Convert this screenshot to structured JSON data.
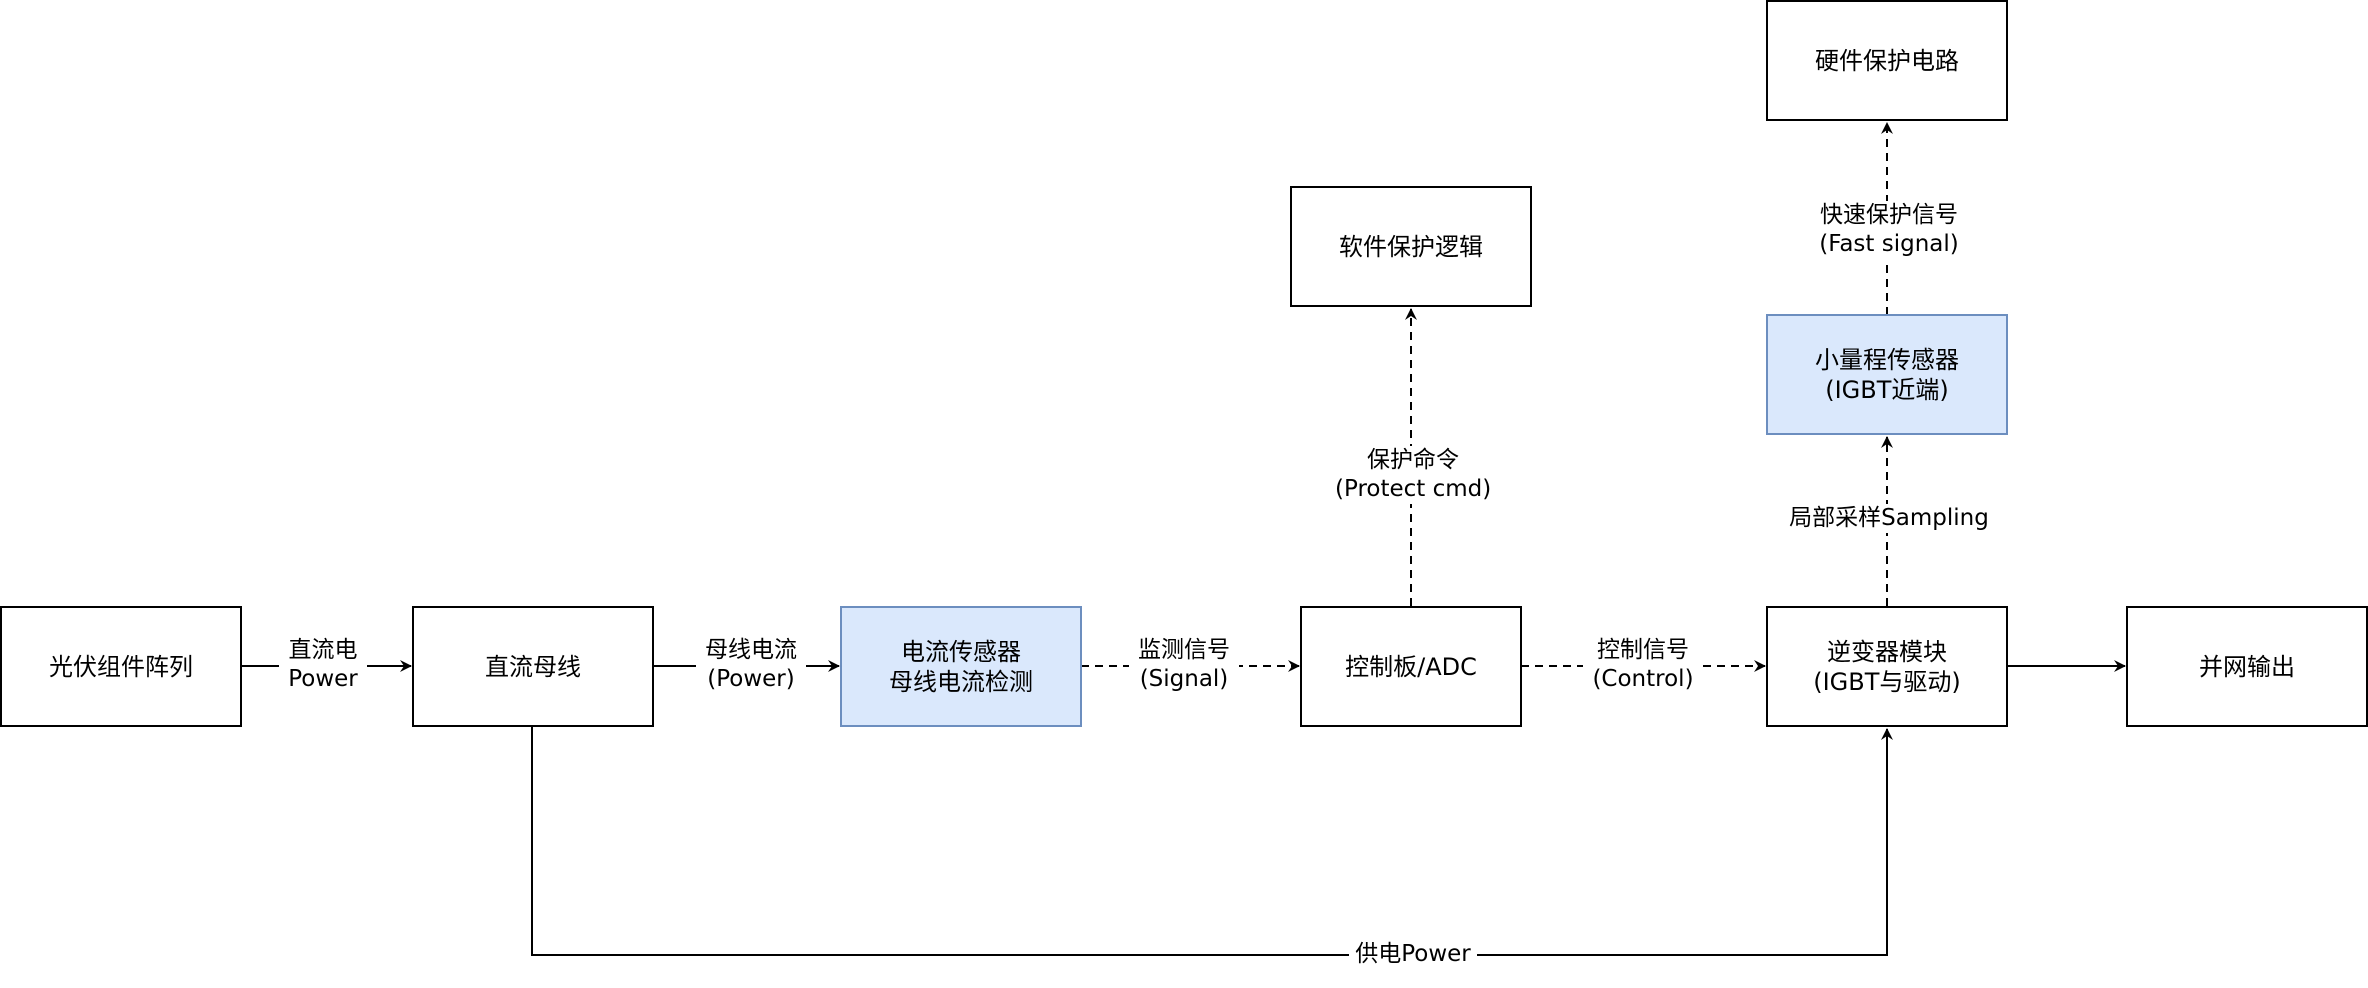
{
  "nodes": {
    "pv_array": {
      "line1": "光伏组件阵列"
    },
    "dc_bus": {
      "line1": "直流母线"
    },
    "current_sensor": {
      "line1": "电流传感器",
      "line2": "母线电流检测"
    },
    "control_board": {
      "line1": "控制板/ADC"
    },
    "inverter": {
      "line1": "逆变器模块",
      "line2": "(IGBT与驱动)"
    },
    "grid_output": {
      "line1": "并网输出"
    },
    "software_protection": {
      "line1": "软件保护逻辑"
    },
    "small_range_sensor": {
      "line1": "小量程传感器",
      "line2": "(IGBT近端)"
    },
    "hardware_protection": {
      "line1": "硬件保护电路"
    }
  },
  "edges": {
    "pv_to_bus": {
      "line1": "直流电",
      "line2": "Power"
    },
    "bus_to_sensor": {
      "line1": "母线电流",
      "line2": "(Power)"
    },
    "sensor_to_control": {
      "line1": "监测信号",
      "line2": "(Signal)"
    },
    "control_to_inverter": {
      "line1": "控制信号",
      "line2": "(Control)"
    },
    "control_to_software": {
      "line1": "保护命令",
      "line2": "(Protect cmd)"
    },
    "inverter_to_small_sensor": {
      "line1": "局部采样Sampling"
    },
    "small_sensor_to_hardware": {
      "line1": "快速保护信号",
      "line2": "(Fast signal)"
    },
    "bus_to_inverter_supply": {
      "line1": "供电Power"
    }
  },
  "colors": {
    "highlight_fill": "#dae8fc",
    "highlight_stroke": "#6c8ebf",
    "line": "#000000"
  }
}
